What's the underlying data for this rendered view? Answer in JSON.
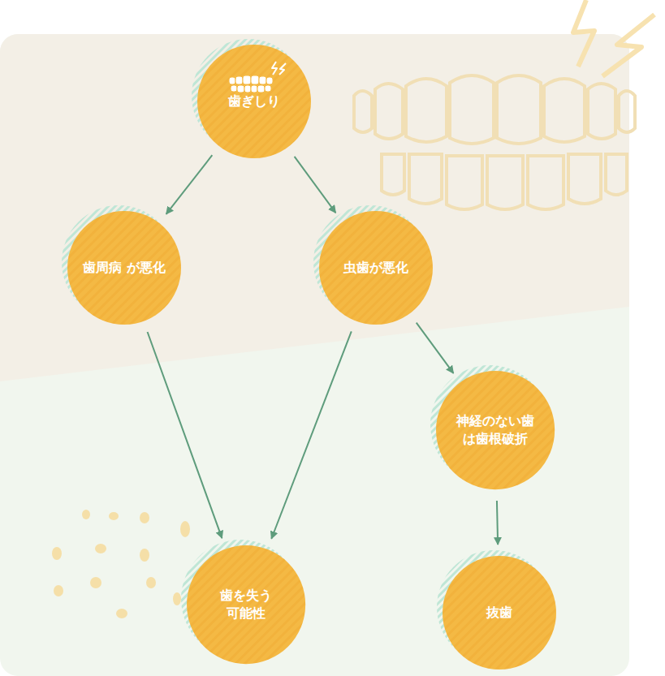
{
  "diagram": {
    "nodes": [
      {
        "text": [
          "歯ぎしり"
        ]
      },
      {
        "text": [
          "歯周病 が悪化"
        ]
      },
      {
        "text": [
          "虫歯が悪化"
        ]
      },
      {
        "text": [
          "神経のない歯 は歯根破折"
        ]
      },
      {
        "text": [
          "歯を失う 可能性"
        ]
      },
      {
        "text": [
          "抜歯"
        ]
      }
    ],
    "edges": [
      {
        "from": 0,
        "to": 1,
        "arrow": "to"
      },
      {
        "from": 0,
        "to": 2,
        "arrow": "to"
      },
      {
        "from": 2,
        "to": 3,
        "arrow": "to"
      },
      {
        "from": 1,
        "to": 4,
        "arrow": "to"
      },
      {
        "from": 2,
        "to": 4,
        "arrow": "to"
      },
      {
        "from": 3,
        "to": 5,
        "arrow": "to"
      }
    ]
  }
}
